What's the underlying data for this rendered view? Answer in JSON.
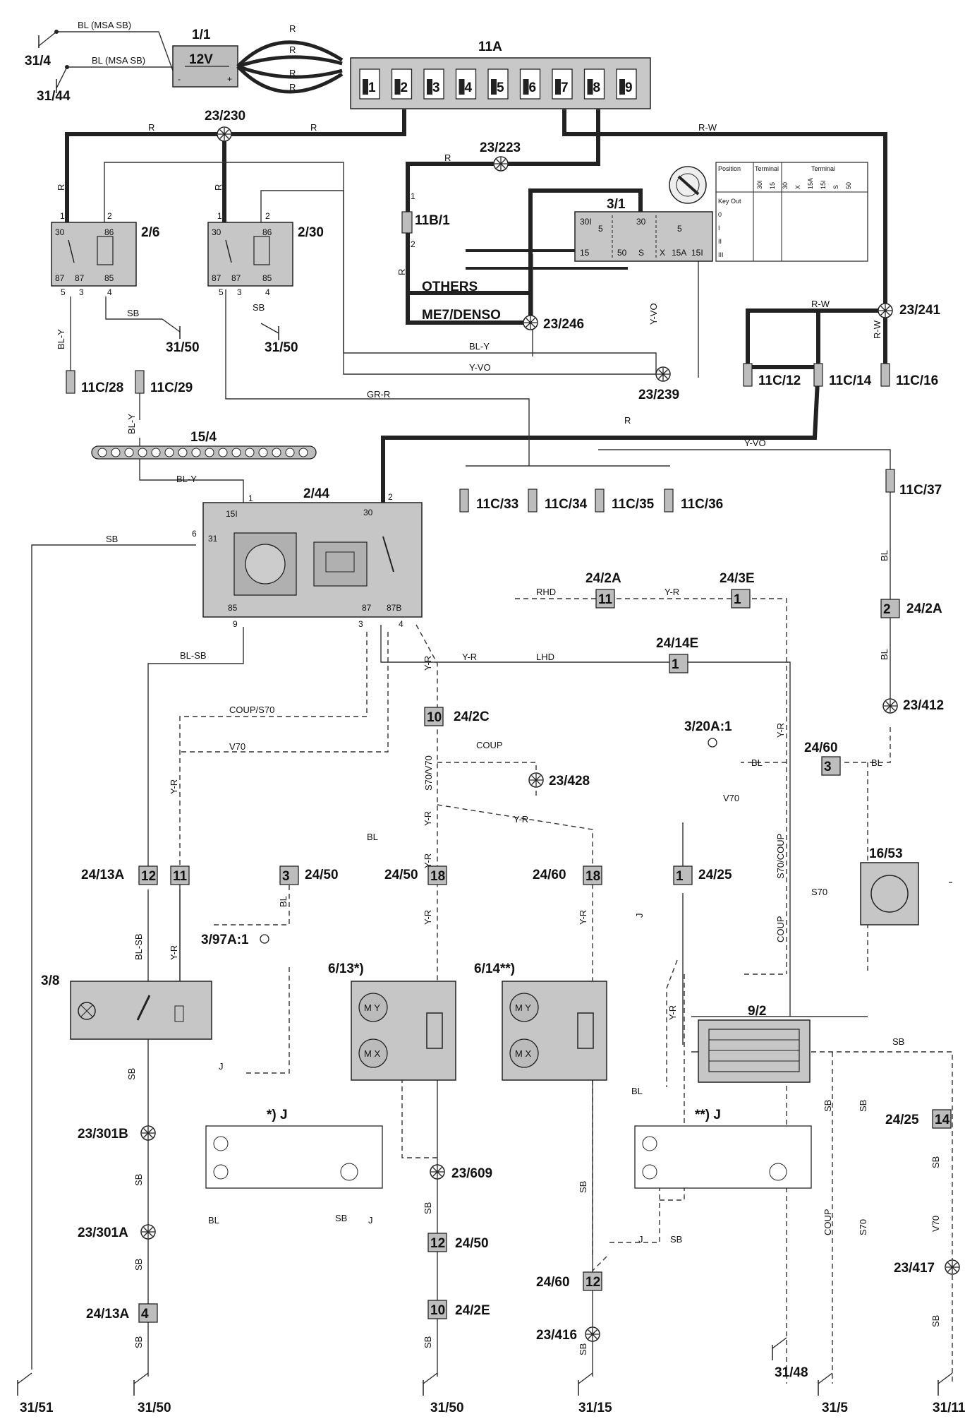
{
  "battery": {
    "id": "1/1",
    "voltage": "12V",
    "minus": "-",
    "plus": "+",
    "cable": "R"
  },
  "grounds_top": [
    {
      "id": "31/4",
      "wire": "BL (MSA SB)"
    },
    {
      "id": "31/44",
      "wire": "BL (MSA SB)"
    }
  ],
  "fusebox_11A": {
    "id": "11A",
    "slots": [
      "1",
      "2",
      "3",
      "4",
      "5",
      "6",
      "7",
      "8",
      "9"
    ]
  },
  "splices": {
    "s230": "23/230",
    "s223": "23/223",
    "s241": "23/241",
    "s246": "23/246",
    "s239": "23/239",
    "s412": "23/412",
    "s428": "23/428",
    "s609": "23/609",
    "s301b": "23/301B",
    "s301a": "23/301A",
    "s417": "23/417",
    "s416": "23/416"
  },
  "relays": {
    "r26": {
      "id": "2/6",
      "p30": "30",
      "p86": "86",
      "p87": "87",
      "p87b": "87",
      "p85": "85",
      "n1": "1",
      "n2": "2",
      "n3": "3",
      "n4": "4",
      "n5": "5"
    },
    "r230": {
      "id": "2/30",
      "p30": "30",
      "p86": "86",
      "p87": "87",
      "p87b": "87",
      "p85": "85",
      "n1": "1",
      "n2": "2",
      "n3": "3",
      "n4": "4",
      "n5": "5"
    },
    "r244": {
      "id": "2/44",
      "p15i": "15I",
      "p30": "30",
      "p31": "31",
      "p85": "85",
      "p87": "87",
      "p87b": "87B",
      "n1": "1",
      "n2": "2",
      "n3": "3",
      "n4": "4",
      "n6": "6",
      "n9": "9"
    }
  },
  "ignition": {
    "id": "3/1",
    "fuse": "11B/1",
    "pins_top": [
      "30I",
      "5",
      "30",
      "5"
    ],
    "pins_bottom": [
      "15",
      "50",
      "S",
      "X",
      "15A",
      "15I"
    ],
    "table": {
      "h_position": "Position",
      "h_terminal": "Terminal",
      "h_terminal2": "Terminal",
      "cols": [
        "30I",
        "15",
        "30",
        "X",
        "15A",
        "15I",
        "S",
        "50"
      ],
      "rows": [
        "Key Out",
        "0",
        "I",
        "II",
        "III"
      ]
    }
  },
  "routes": {
    "others": "OTHERS",
    "me7": "ME7/DENSO"
  },
  "fuses": {
    "f28": "11C/28",
    "f29": "11C/29",
    "f12": "11C/12",
    "f14": "11C/14",
    "f16": "11C/16",
    "f33": "11C/33",
    "f34": "11C/34",
    "f35": "11C/35",
    "f36": "11C/36",
    "f37": "11C/37"
  },
  "bus_15_4": "15/4",
  "connectors": {
    "c2a_top": {
      "id": "24/2A",
      "pin": "11"
    },
    "c3e": {
      "id": "24/3E",
      "pin": "1"
    },
    "c14e": {
      "id": "24/14E",
      "pin": "1"
    },
    "c2a_right": {
      "id": "24/2A",
      "pin": "2"
    },
    "c2c": {
      "id": "24/2C",
      "pin": "10"
    },
    "c60_right": {
      "id": "24/60",
      "pin": "3"
    },
    "c13a_12": {
      "id": "24/13A",
      "pin": "12"
    },
    "c13a_11": {
      "pin": "11"
    },
    "c50_3": {
      "id": "24/50",
      "pin": "3"
    },
    "c50_18": {
      "id": "24/50",
      "pin": "18"
    },
    "c60_18": {
      "id": "24/60",
      "pin": "18"
    },
    "c25_1": {
      "id": "24/25",
      "pin": "1"
    },
    "c25_14": {
      "id": "24/25",
      "pin": "14"
    },
    "c50_12": {
      "id": "24/50",
      "pin": "12"
    },
    "c2e_10": {
      "id": "24/2E",
      "pin": "10"
    },
    "c60_12": {
      "id": "24/60",
      "pin": "12"
    },
    "c13a_4": {
      "id": "24/13A",
      "pin": "4"
    }
  },
  "components": {
    "switch_3_8": "3/8",
    "sensor_3_97a": "3/97A:1",
    "sensor_3_20a": "3/20A:1",
    "amp_16_53": "16/53",
    "heater_9_2": "9/2",
    "motor_6_13": "6/13*)",
    "motor_6_14": "6/14**)",
    "detail_j1": "*) J",
    "detail_j2": "**) J",
    "my": "M Y",
    "mx": "M X"
  },
  "wires": {
    "r": "R",
    "rw": "R-W",
    "bly": "BL-Y",
    "sb": "SB",
    "yvo": "Y-VO",
    "grr": "GR-R",
    "blsb": "BL-SB",
    "yr": "Y-R",
    "bl": "BL",
    "rhd": "RHD",
    "lhd": "LHD",
    "coups70": "COUP/S70",
    "v70": "V70",
    "s70v70": "S70/V70",
    "coup": "COUP",
    "s70coup": "S70/COUP",
    "s70": "S70",
    "j": "J"
  },
  "grounds_bottom": [
    "31/51",
    "31/50",
    "31/50",
    "31/15",
    "31/48",
    "31/5",
    "31/11"
  ],
  "grounds_mid": [
    "31/50",
    "31/50"
  ]
}
